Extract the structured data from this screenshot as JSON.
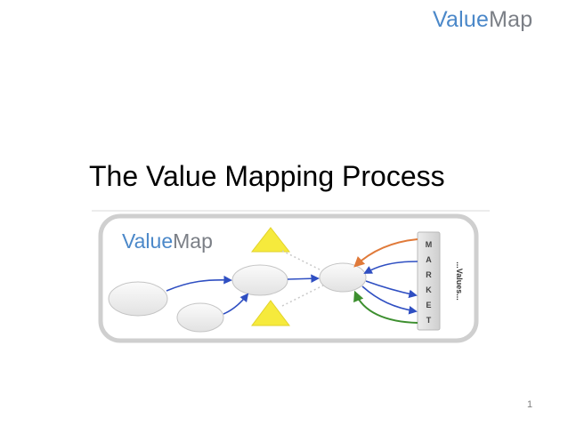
{
  "header": {
    "brand_value": "Value",
    "brand_map": "Map"
  },
  "slide": {
    "title": "The Value Mapping Process",
    "page_number": "1"
  },
  "diagram": {
    "brand_value": "Value",
    "brand_map": "Map",
    "market_letters": [
      "M",
      "A",
      "R",
      "K",
      "E",
      "T"
    ],
    "values_label": "...Values..."
  },
  "colors": {
    "brand_blue": "#4b88c9",
    "brand_gray": "#7b7f86",
    "triangle_yellow": "#f6ea3c",
    "arrow_blue": "#2f4fc2",
    "arrow_orange": "#e07a3a",
    "arrow_green": "#3d8f2f"
  }
}
